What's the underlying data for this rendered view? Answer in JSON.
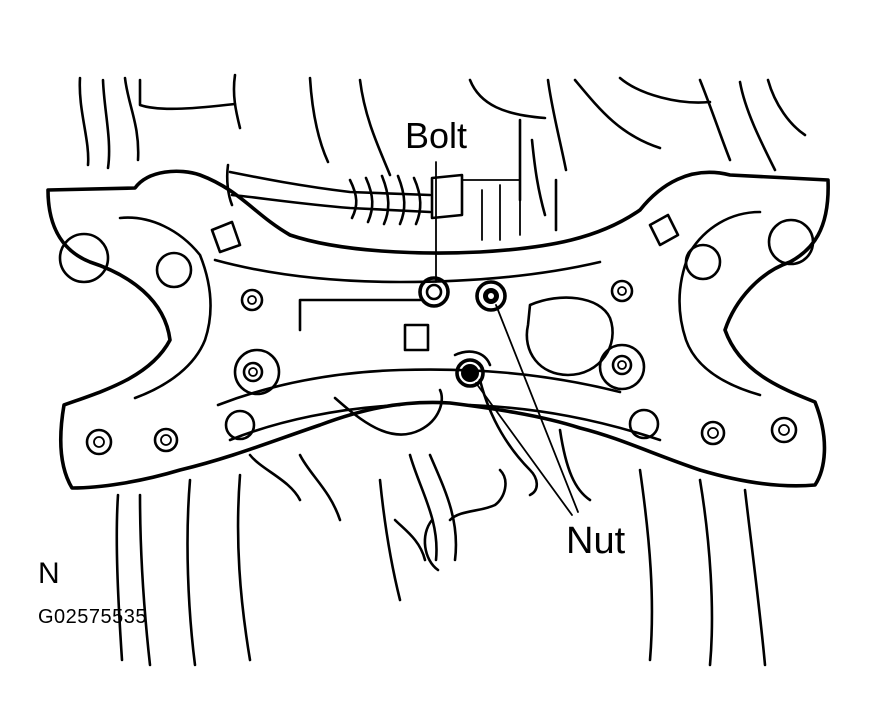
{
  "figure": {
    "callouts": {
      "bolt": "Bolt",
      "nut": "Nut"
    },
    "direction_mark": "N",
    "figure_code": "G02575535"
  },
  "colors": {
    "line": "#000000",
    "background": "#ffffff"
  }
}
